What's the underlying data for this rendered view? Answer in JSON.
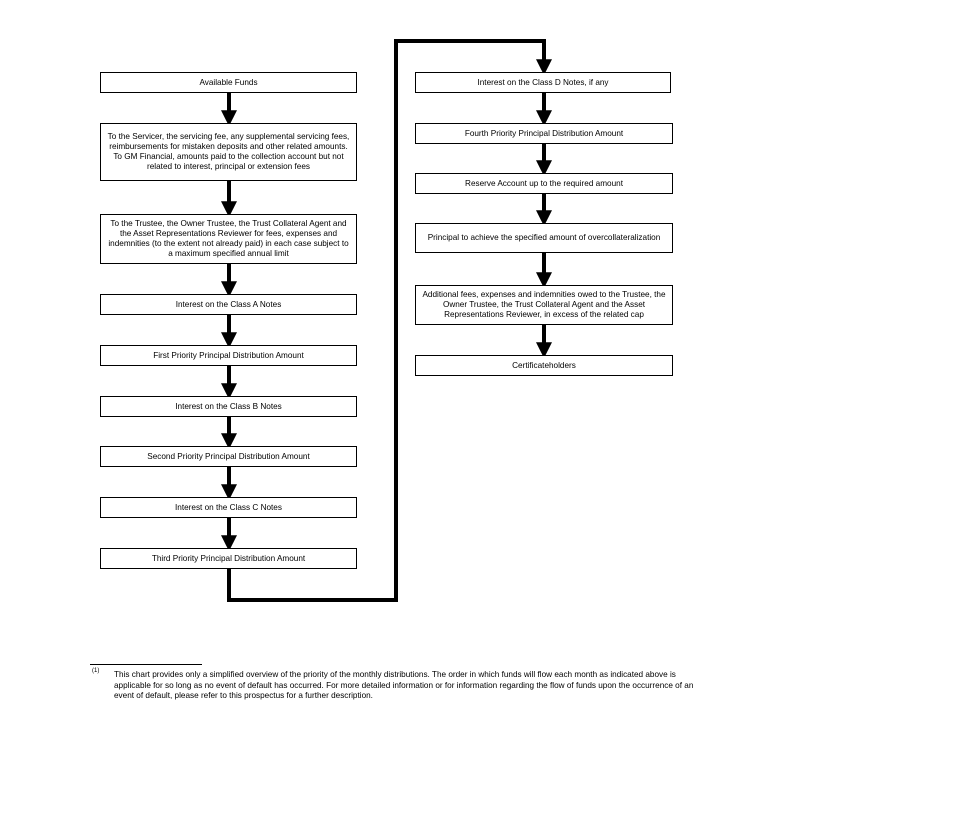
{
  "flow": {
    "left_column": [
      "Available Funds",
      "To the Servicer, the servicing fee, any supplemental servicing fees, reimbursements for mistaken deposits and other related amounts. To GM Financial, amounts paid to the collection account but not related to interest, principal or extension fees",
      "To the Trustee, the Owner Trustee, the Trust Collateral Agent and the Asset Representations Reviewer for fees, expenses and indemnities (to the extent not already paid) in each case subject to a maximum specified annual limit",
      "Interest on the Class A Notes",
      "First Priority Principal Distribution Amount",
      "Interest on the Class B Notes",
      "Second Priority Principal Distribution Amount",
      "Interest on the Class C Notes",
      "Third Priority Principal Distribution Amount"
    ],
    "right_column": [
      "Interest on the Class D Notes, if any",
      "Fourth Priority Principal Distribution Amount",
      "Reserve Account up to the required amount",
      "Principal to achieve the specified amount of overcollateralization",
      "Additional fees, expenses and indemnities owed to the Trustee, the Owner Trustee, the Trust Collateral Agent and the Asset Representations Reviewer, in excess of the related cap",
      "Certificateholders"
    ]
  },
  "footnote": {
    "marker": "(1)",
    "text": "This chart provides only a simplified overview of the priority of the monthly distributions.  The order in which funds will flow each month as indicated above is applicable for so long as no event of default has occurred.  For more detailed information or for information regarding the flow of funds upon the occurrence of an event of default, please refer to this prospectus for a further description."
  }
}
